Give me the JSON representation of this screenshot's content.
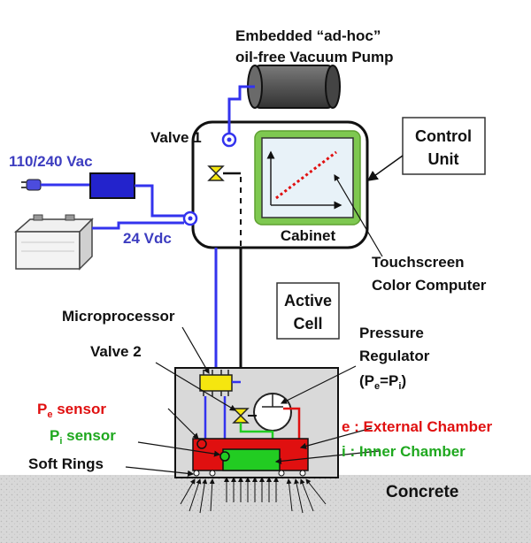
{
  "labels": {
    "pump_line1": "Embedded “ad-hoc”",
    "pump_line2": "oil-free Vacuum Pump",
    "valve1": "Valve 1",
    "control_line1": "Control",
    "control_line2": "Unit",
    "ac_supply": "110/240 Vac",
    "dc_supply": "24 Vdc",
    "cabinet": "Cabinet",
    "touch_line1": "Touchscreen",
    "touch_line2": "Color Computer",
    "active_line1": "Active",
    "active_line2": "Cell",
    "microprocessor": "Microprocessor",
    "valve2": "Valve 2",
    "pressure_line1": "Pressure",
    "pressure_line2": "Regulator",
    "pressure_line3_open": "(P",
    "pressure_sub_e": "e",
    "pressure_eq": "=P",
    "pressure_sub_i": "i",
    "pressure_close": ")",
    "pe_main": "P",
    "pe_sub": "e",
    "pe_rest": " sensor",
    "pi_main": "P",
    "pi_sub": "i",
    "pi_rest": " sensor",
    "soft_rings": "Soft Rings",
    "external": "e : External Chamber",
    "inner": "i : Inner Chamber",
    "concrete": "Concrete"
  },
  "colors": {
    "blue_line": "#3333ee",
    "black_line": "#111111",
    "red_chamber": "#e01010",
    "green_chamber": "#22cc22",
    "screen_border": "#7ec850",
    "screen_fill": "#e8f2f8",
    "cell_fill": "#d9d9d9",
    "concrete": "#d8d8d8",
    "pump_body": "#5a5a5a",
    "valve_yellow": "#f5e60f",
    "red_text": "#e01010",
    "green_text": "#1fa81f",
    "blue_text": "#3d3dc0"
  }
}
